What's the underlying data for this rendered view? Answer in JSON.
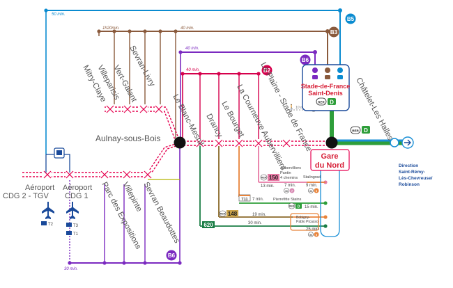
{
  "colors": {
    "rer_b": "#e5004f",
    "rer_d": "#2e9e3a",
    "b5": "#0a8bd0",
    "b3": "#8a5a3c",
    "b6": "#7b2ac0",
    "b2": "#d6004c",
    "tram_t11": "#e8833a",
    "bus_620": "#1a7d45",
    "bus_148": "#8b6a2a",
    "bus_150": "#e77aa5",
    "olive": "#b4b400",
    "direction_text": "#1a4a9a",
    "hub_text": "#d71f37"
  },
  "lines": {
    "b5": {
      "label": "B5",
      "time": "50 min."
    },
    "b3": {
      "label": "B3",
      "time_left": "1h20min.",
      "time_right": "40 min."
    },
    "b6": {
      "label": "B6",
      "time": "40 min."
    },
    "b2": {
      "label": "B2",
      "time": "40 min."
    },
    "b6_bottom": {
      "label": "B6",
      "time": "30 min."
    }
  },
  "stations": {
    "aulnay": "Aulnay-sous-Bois",
    "north_branch": [
      "Mitry-Claye",
      "Villeparisis",
      "Vert-Galant",
      "Sevran-Livry"
    ],
    "main_line": [
      "Le Blanc-Mesnil",
      "Drancy",
      "Le Bourget",
      "La Courneuve Aubervilliers",
      "La Plaine - Stade de France"
    ],
    "cdg_branch": [
      "Parc des Expositions",
      "Villepinte",
      "Sevran Beaudottes"
    ],
    "chatelet": "Châtelet-Les Halles"
  },
  "airports": {
    "cdg2": {
      "name_line1": "Aéroport",
      "name_line2": "CDG 2 - TGV",
      "terminal": "T2"
    },
    "cdg1": {
      "name_line1": "Aéroport",
      "name_line2": "CDG 1",
      "terminal3": "T3",
      "terminal1": "T1"
    }
  },
  "hubs": {
    "stade": {
      "line1": "Stade-de-France",
      "line2": "Saint-Denis",
      "rer": "RER",
      "rer_line": "D"
    },
    "gare": {
      "line1": "Gare",
      "line2": "du Nord"
    }
  },
  "direction": {
    "lines": [
      "Direction",
      "Saint-Rémy-",
      "Lès-Chevreuse/",
      "Robinson"
    ],
    "rer": "RER",
    "rer_line": "D"
  },
  "connections": {
    "plaine_time": "10 min.",
    "bus150": {
      "mode": "RER",
      "number": "150",
      "time": "13 min.",
      "destination": [
        "Aubervilliers",
        "Pantin",
        "4 chemins"
      ],
      "walk_time": "7 min.",
      "metro": "M",
      "metro_lines": [
        "7"
      ]
    },
    "stalingrad": {
      "name": "Stalingrad",
      "time": "9 min.",
      "metro": "M",
      "metro_lines": [
        "5"
      ]
    },
    "t11": {
      "label": "T11",
      "time": "7 min.",
      "destination": "Pierrefitte Stains",
      "rer": "RER",
      "rer_line": "D",
      "time2": "15 min."
    },
    "bus148": {
      "mode": "RER",
      "number": "148",
      "time": "19 min.",
      "destination": [
        "Bobigny-",
        "Pablo Picasso"
      ],
      "metro": "M",
      "metro_lines": [
        "5"
      ],
      "time2": "25 min."
    },
    "bus620": {
      "number": "620",
      "time": "30 min."
    }
  }
}
